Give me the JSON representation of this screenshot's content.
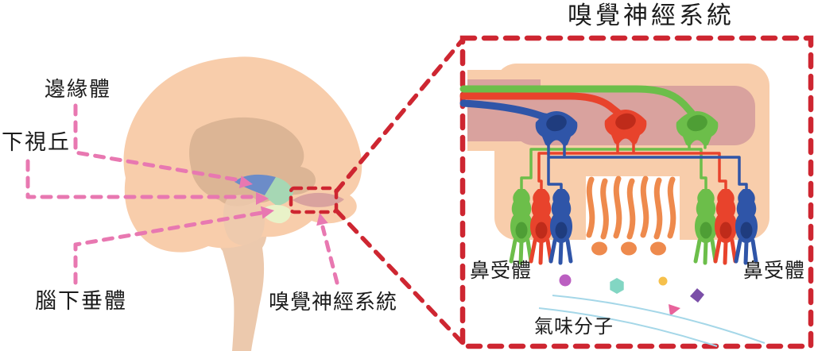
{
  "labels": {
    "limbic": "邊緣體",
    "hypothalamus": "下視丘",
    "pituitary": "腦下垂體",
    "olfactory_system_brain": "嗅覺神經系統",
    "panel_title": "嗅覺神經系統",
    "nasal_receptor_left": "鼻受體",
    "nasal_receptor_right": "鼻受體",
    "odor_molecules": "氣味分子"
  },
  "colors": {
    "cortex": "#F8CDAB",
    "inner_brain": "#DCB595",
    "brainstem": "#ECC9AD",
    "wedge_blue": "#6C8CC8",
    "mint_green": "#A6D7B4",
    "pale_yellow": "#E9F2C8",
    "bulb_pink": "#D9A29E",
    "dash_pink": "#E878B1",
    "dash_red": "#CE2631",
    "fiber_green": "#6CBE4A",
    "fiber_green_dark": "#4E9E35",
    "fiber_red": "#E8432C",
    "fiber_red_dark": "#BF2B1A",
    "fiber_blue": "#2F55A8",
    "fiber_blue_dark": "#1F3C7E",
    "orange": "#EE8A4D",
    "mol_purple": "#BB5FC1",
    "mol_teal": "#82D6C3",
    "mol_yellow": "#F6C04B",
    "mol_violet": "#7B4FA8",
    "mol_pink": "#E8639B",
    "air_blue": "#A5D7E8",
    "text": "#1c1c1c"
  }
}
